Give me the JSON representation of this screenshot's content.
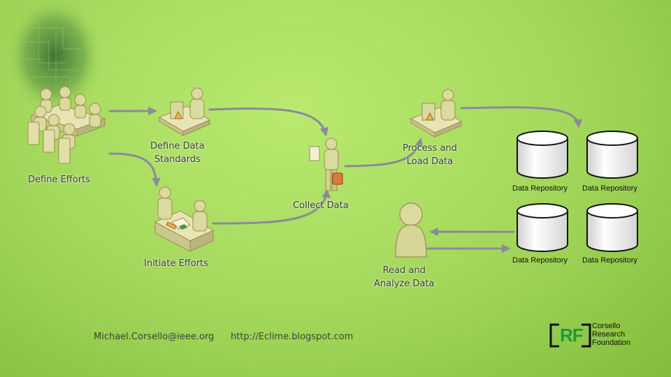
{
  "nodes": {
    "define_efforts": "Define Efforts",
    "define_data_standards": [
      "Define Data",
      "Standards"
    ],
    "initiate_efforts": "Initiate Efforts",
    "collect_data": "Collect Data",
    "process_load": [
      "Process and",
      "Load Data"
    ],
    "read_analyze": [
      "Read and",
      "Analyze Data"
    ]
  },
  "repositories": [
    "Data Repository",
    "Data Repository",
    "Data Repository",
    "Data Repository"
  ],
  "footer": {
    "email": "Michael.Corsello@ieee.org",
    "url": "http://Eclime.blogspot.com"
  },
  "logo": {
    "mark": "RF",
    "lines": [
      "Corsello",
      "Research",
      "Foundation"
    ]
  },
  "colors": {
    "background": "#a3d75b",
    "arrow": "#8a8a9a",
    "figure": "#dadb9e",
    "logo_green": "#1d9a3a"
  }
}
